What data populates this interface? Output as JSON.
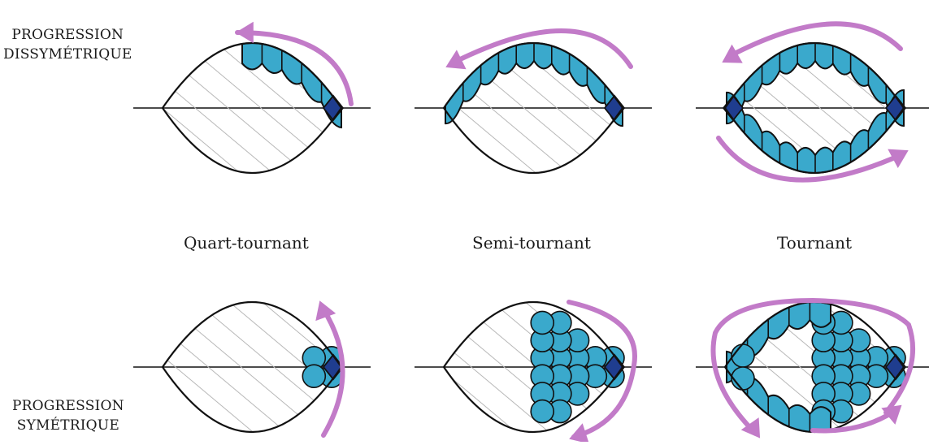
{
  "labels": {
    "top_left_line1": "PROGRESSION",
    "top_left_line2": "DISSYMÉTRIQUE",
    "bottom_left_line1": "PROGRESSION",
    "bottom_left_line2": "SYMÉTRIQUE",
    "col1": "Quart-tournant",
    "col2": "Semi-tournant",
    "col3": "Tournant"
  },
  "colors": {
    "leaf_fill": "#3aa9cc",
    "keystone_fill": "#1f3d8f",
    "arrow": "#c27bc8",
    "hatch": "#b8b8b8",
    "outline": "#111111"
  }
}
